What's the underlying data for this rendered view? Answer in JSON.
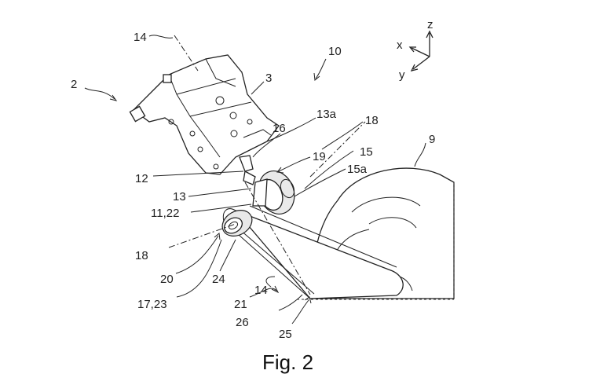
{
  "figure": {
    "caption": "Fig. 2",
    "axes": {
      "z": "z",
      "x": "x",
      "y": "y"
    },
    "labels": {
      "l2": "2",
      "l3": "3",
      "l9": "9",
      "l10": "10",
      "l11_22": "11,22",
      "l12": "12",
      "l13": "13",
      "l13a": "13a",
      "l14_top": "14",
      "l14_bottom": "14",
      "l15": "15",
      "l15a": "15a",
      "l16": "16",
      "l17_23": "17,23",
      "l18_right": "18",
      "l18_left": "18",
      "l19": "19",
      "l20": "20",
      "l21": "21",
      "l24": "24",
      "l25": "25",
      "l26": "26"
    }
  }
}
